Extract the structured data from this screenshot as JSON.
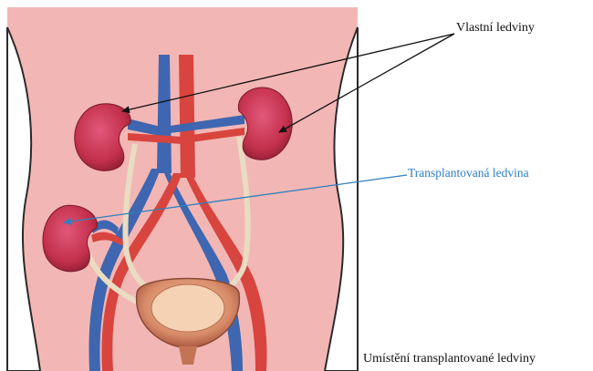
{
  "labels": {
    "own_kidneys": "Vlastní ledviny",
    "transplanted_kidney": "Transplantovaná ledvina",
    "caption": "Umístění transplantované ledviny"
  },
  "colors": {
    "skin": "#f2b7b5",
    "kidney": "#c8324c",
    "vein": "#3f66b0",
    "artery": "#d8443e",
    "ureter": "#e9dcc3",
    "bladder": "#d98a6a",
    "text": "#111111",
    "accent_blue": "#2f7fc0"
  }
}
